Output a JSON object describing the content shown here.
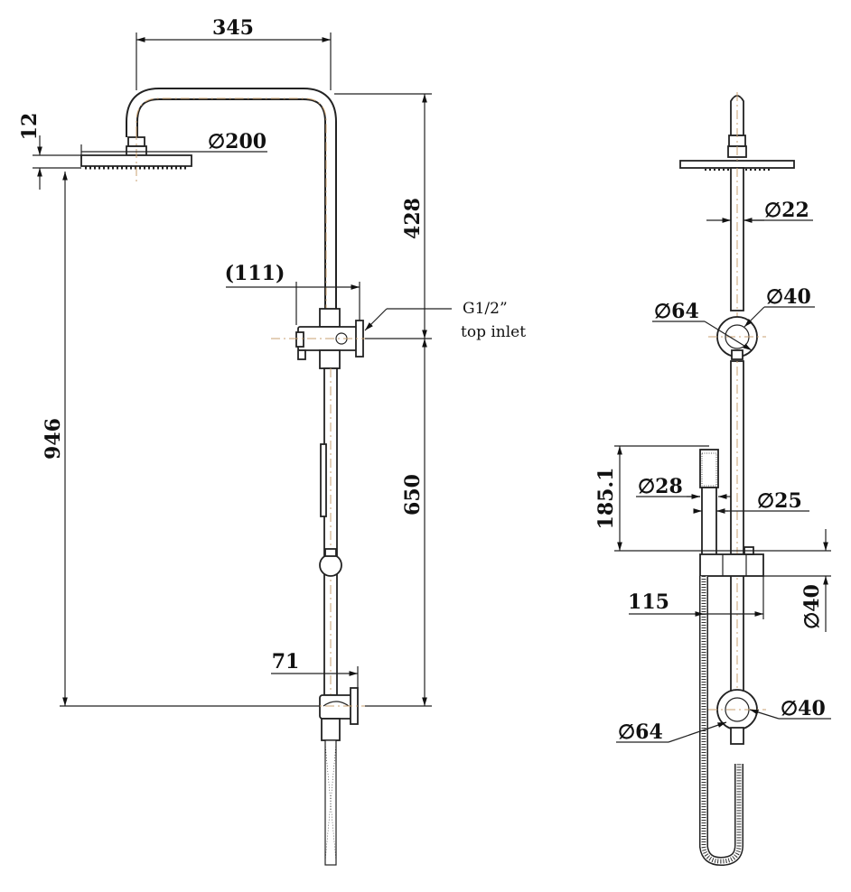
{
  "front_view": {
    "width_arm": "345",
    "head_height": "12",
    "head_diameter": "∅200",
    "upper_height": "428",
    "diverter_offset": "(111)",
    "inlet_note_line1": "G1/2”",
    "inlet_note_line2": "top inlet",
    "lower_height": "650",
    "total_height": "946",
    "bottom_offset": "71"
  },
  "side_view": {
    "pipe_diameter": "∅22",
    "diverter_diameter": "∅64",
    "diverter_inner_diameter": "∅40",
    "handshower_height": "185.1",
    "handshower_diameter": "∅28",
    "handle_diameter": "∅25",
    "holder_depth": "115",
    "holder_height": "∅40",
    "bracket_diameter": "∅64",
    "bracket_inner_diameter": "∅40"
  }
}
